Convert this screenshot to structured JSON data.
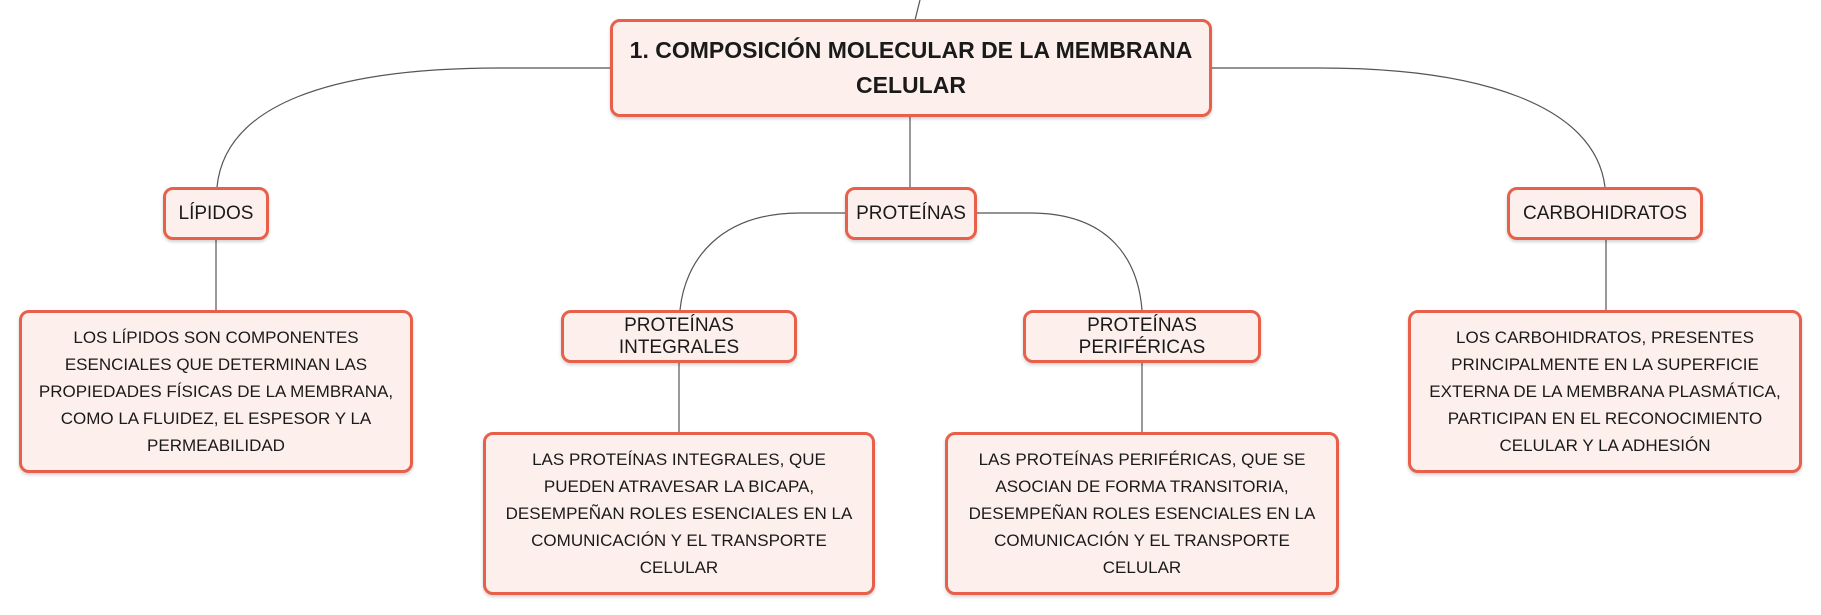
{
  "root": {
    "label": "1. COMPOSICIÓN MOLECULAR DE LA MEMBRANA CELULAR"
  },
  "lipidos": {
    "label": "LÍPIDOS",
    "description": "LOS LÍPIDOS SON COMPONENTES ESENCIALES QUE DETERMINAN LAS PROPIEDADES FÍSICAS DE LA MEMBRANA, COMO LA FLUIDEZ, EL ESPESOR Y LA PERMEABILIDAD"
  },
  "proteinas": {
    "label": "PROTEÍNAS",
    "integrales": {
      "label": "PROTEÍNAS INTEGRALES",
      "description": "LAS PROTEÍNAS INTEGRALES, QUE PUEDEN ATRAVESAR LA BICAPA, DESEMPEÑAN ROLES ESENCIALES EN LA COMUNICACIÓN Y EL TRANSPORTE CELULAR"
    },
    "perifericas": {
      "label": "PROTEÍNAS PERIFÉRICAS",
      "description": "LAS PROTEÍNAS PERIFÉRICAS, QUE SE ASOCIAN DE FORMA TRANSITORIA, DESEMPEÑAN ROLES ESENCIALES EN LA COMUNICACIÓN Y EL TRANSPORTE CELULAR"
    }
  },
  "carbohidratos": {
    "label": "CARBOHIDRATOS",
    "description": "LOS CARBOHIDRATOS, PRESENTES PRINCIPALMENTE EN LA SUPERFICIE EXTERNA DE LA MEMBRANA PLASMÁTICA, PARTICIPAN EN EL RECONOCIMIENTO CELULAR Y LA ADHESIÓN"
  },
  "colors": {
    "node_border": "#e8604a",
    "node_fill": "#fdf0ec",
    "connector": "#555555"
  }
}
